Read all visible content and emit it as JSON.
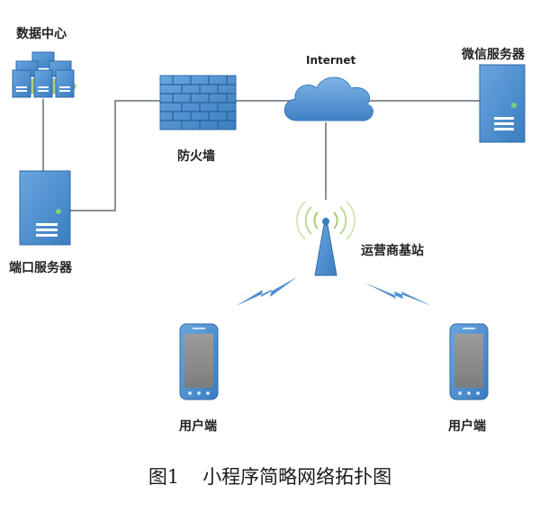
{
  "labels": {
    "data_center": "数据中心",
    "port_server": "端口服务器",
    "firewall": "防火墙",
    "internet": "Internet",
    "wechat_server": "微信服务器",
    "base_station": "运营商基站",
    "client_left": "用户端",
    "client_right": "用户端"
  },
  "caption": {
    "figure_no": "图1",
    "title": "小程序简略网络拓扑图"
  },
  "colors": {
    "device_blue": "#4f8fcf",
    "device_dark": "#2e6aa8",
    "line_gray": "#8c9198",
    "screen_gray": "#8f8f8f",
    "status_green": "#7fd07f"
  }
}
